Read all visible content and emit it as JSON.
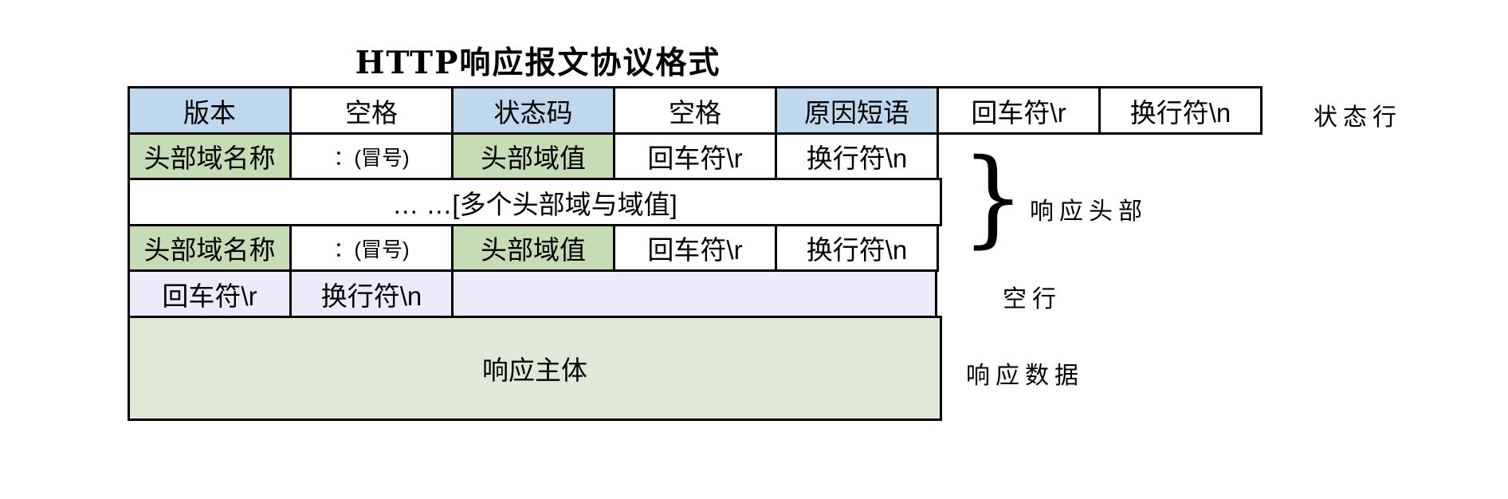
{
  "title": "HTTP响应报文协议格式",
  "colors": {
    "blue_cell": "#bfd8ec",
    "green_cell": "#c6dcb5",
    "lavender_cell": "#efeaf9",
    "body_green_cell": "#dfe9d5",
    "border": "#000000"
  },
  "table": {
    "status_line_row": {
      "version": "版本",
      "space1": "空格",
      "status_code": "状态码",
      "space2": "空格",
      "reason_phrase": "原因短语",
      "cr": "回车符\\r",
      "lf": "换行符\\n"
    },
    "header_row_1": {
      "field_name": "头部域名称",
      "colon": "：(冒号)",
      "field_value": "头部域值",
      "cr": "回车符\\r",
      "lf": "换行符\\n"
    },
    "more_headers_row": {
      "text": "… …[多个头部域与域值]"
    },
    "header_row_2": {
      "field_name": "头部域名称",
      "colon": "：(冒号)",
      "field_value": "头部域值",
      "cr": "回车符\\r",
      "lf": "换行符\\n"
    },
    "blank_line_row": {
      "cr": "回车符\\r",
      "lf": "换行符\\n",
      "empty": ""
    },
    "body_row": {
      "text": "响应主体"
    }
  },
  "annotations": {
    "brace": "}",
    "status_line": "状态行",
    "response_header": "响应头部",
    "blank_line": "空行",
    "response_data": "响应数据"
  }
}
